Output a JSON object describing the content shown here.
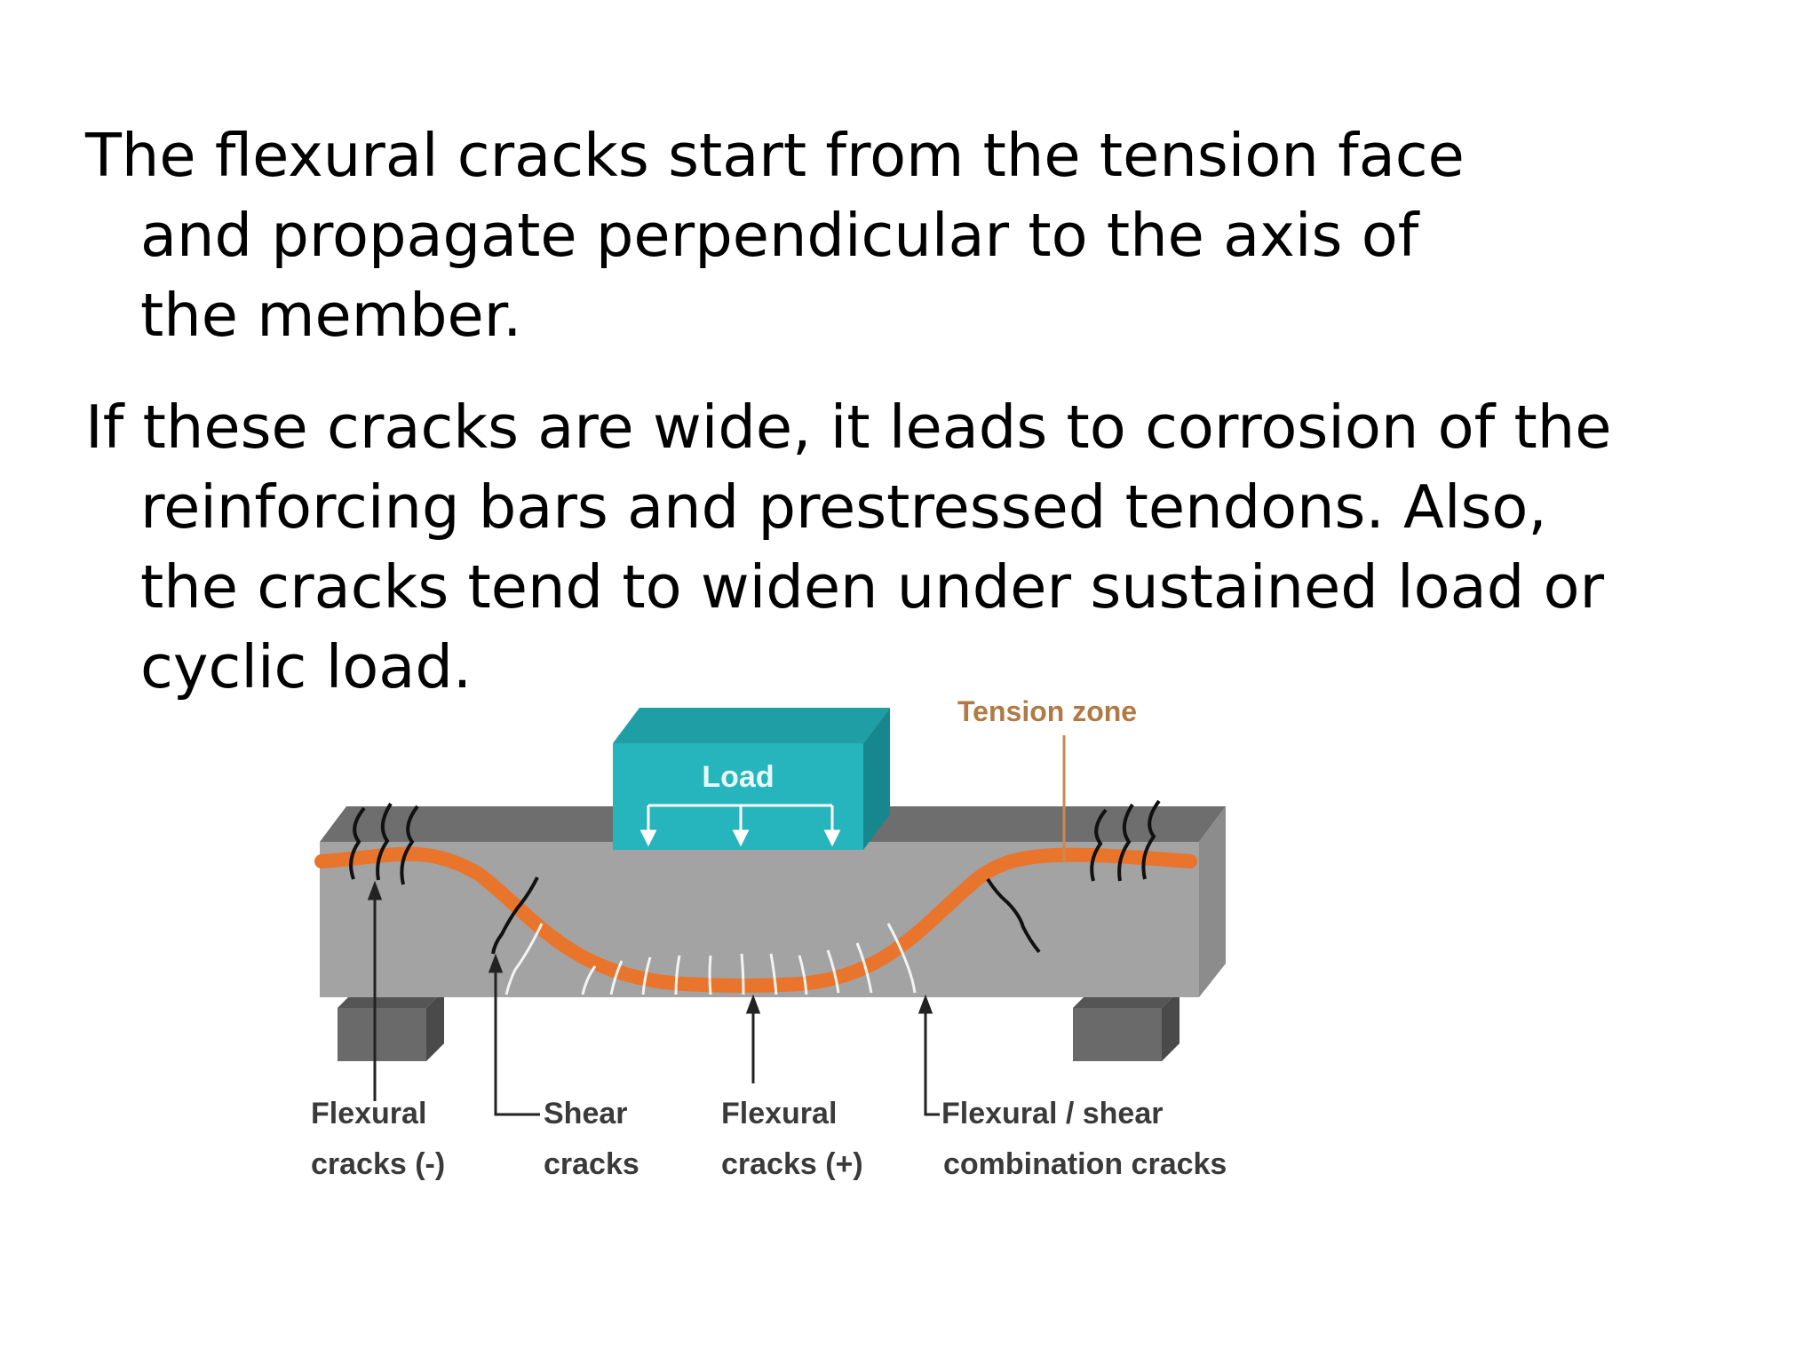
{
  "slide": {
    "paragraph1": {
      "line1": "The flexural cracks start from the tension face",
      "line2": "and propagate perpendicular to the axis of",
      "line3": "the member."
    },
    "paragraph2": {
      "line1": "If these cracks are wide, it leads to corrosion of the",
      "line2": "reinforcing bars and prestressed tendons. Also,",
      "line3": "the cracks tend to widen under sustained load or",
      "line4": "cyclic load."
    }
  },
  "diagram": {
    "load_label": "Load",
    "tension_zone_label": "Tension zone",
    "labels": {
      "flexural_neg_1": "Flexural",
      "flexural_neg_2": "cracks (-)",
      "shear_1": "Shear",
      "shear_2": "cracks",
      "flexural_pos_1": "Flexural",
      "flexural_pos_2": "cracks (+)",
      "combo_1": "Flexural / shear",
      "combo_2": "combination cracks"
    },
    "colors": {
      "beam_top": "#6e6e6e",
      "beam_front": "#a3a3a3",
      "load_block": "#26b5bd",
      "tendon": "#e8752b",
      "tension_label": "#b07a45",
      "label_text": "#3a3a3a"
    }
  }
}
